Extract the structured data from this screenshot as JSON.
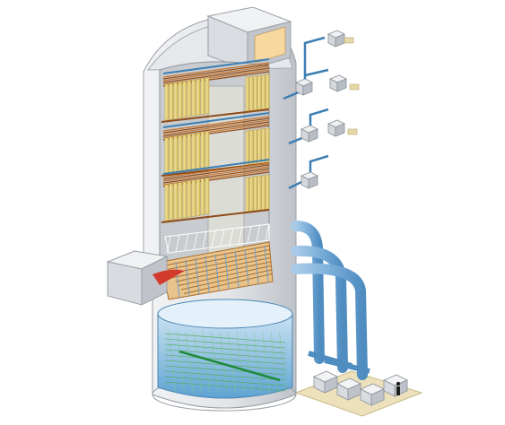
{
  "figure": {
    "colors": {
      "background": "#ffffff",
      "shell_light": "#e7e9ec",
      "shell_mid": "#d3d6db",
      "shell_dark": "#b7bcc3",
      "interior_back": "#bfc2c6",
      "panel": "#f2df8f",
      "panel_dark": "#d8c05c",
      "header": "#c9742c",
      "header_dark": "#8e4c19",
      "pipe_blue": "#3d7fb3",
      "pipe_light": "#9fc6e4",
      "duct_blue": "#7fb0d9",
      "water": "#5aa0cf",
      "water_light": "#cfe5f4",
      "grid_green": "#4caa55",
      "spray_rod": "#1f8a3a",
      "pad_tan": "#e9d9a6",
      "pump_gray": "#dfe2e6",
      "flue_red": "#d23a2e"
    },
    "components": [
      "outlet-duct",
      "inlet-duct",
      "vessel-shell",
      "collector-section-upper",
      "collector-section-middle",
      "collector-section-lower",
      "spray-header-grid",
      "absorber-tank",
      "agitator",
      "recirculation-pumps",
      "slurry-pipes",
      "transformer-rectifier-sets",
      "person"
    ]
  }
}
